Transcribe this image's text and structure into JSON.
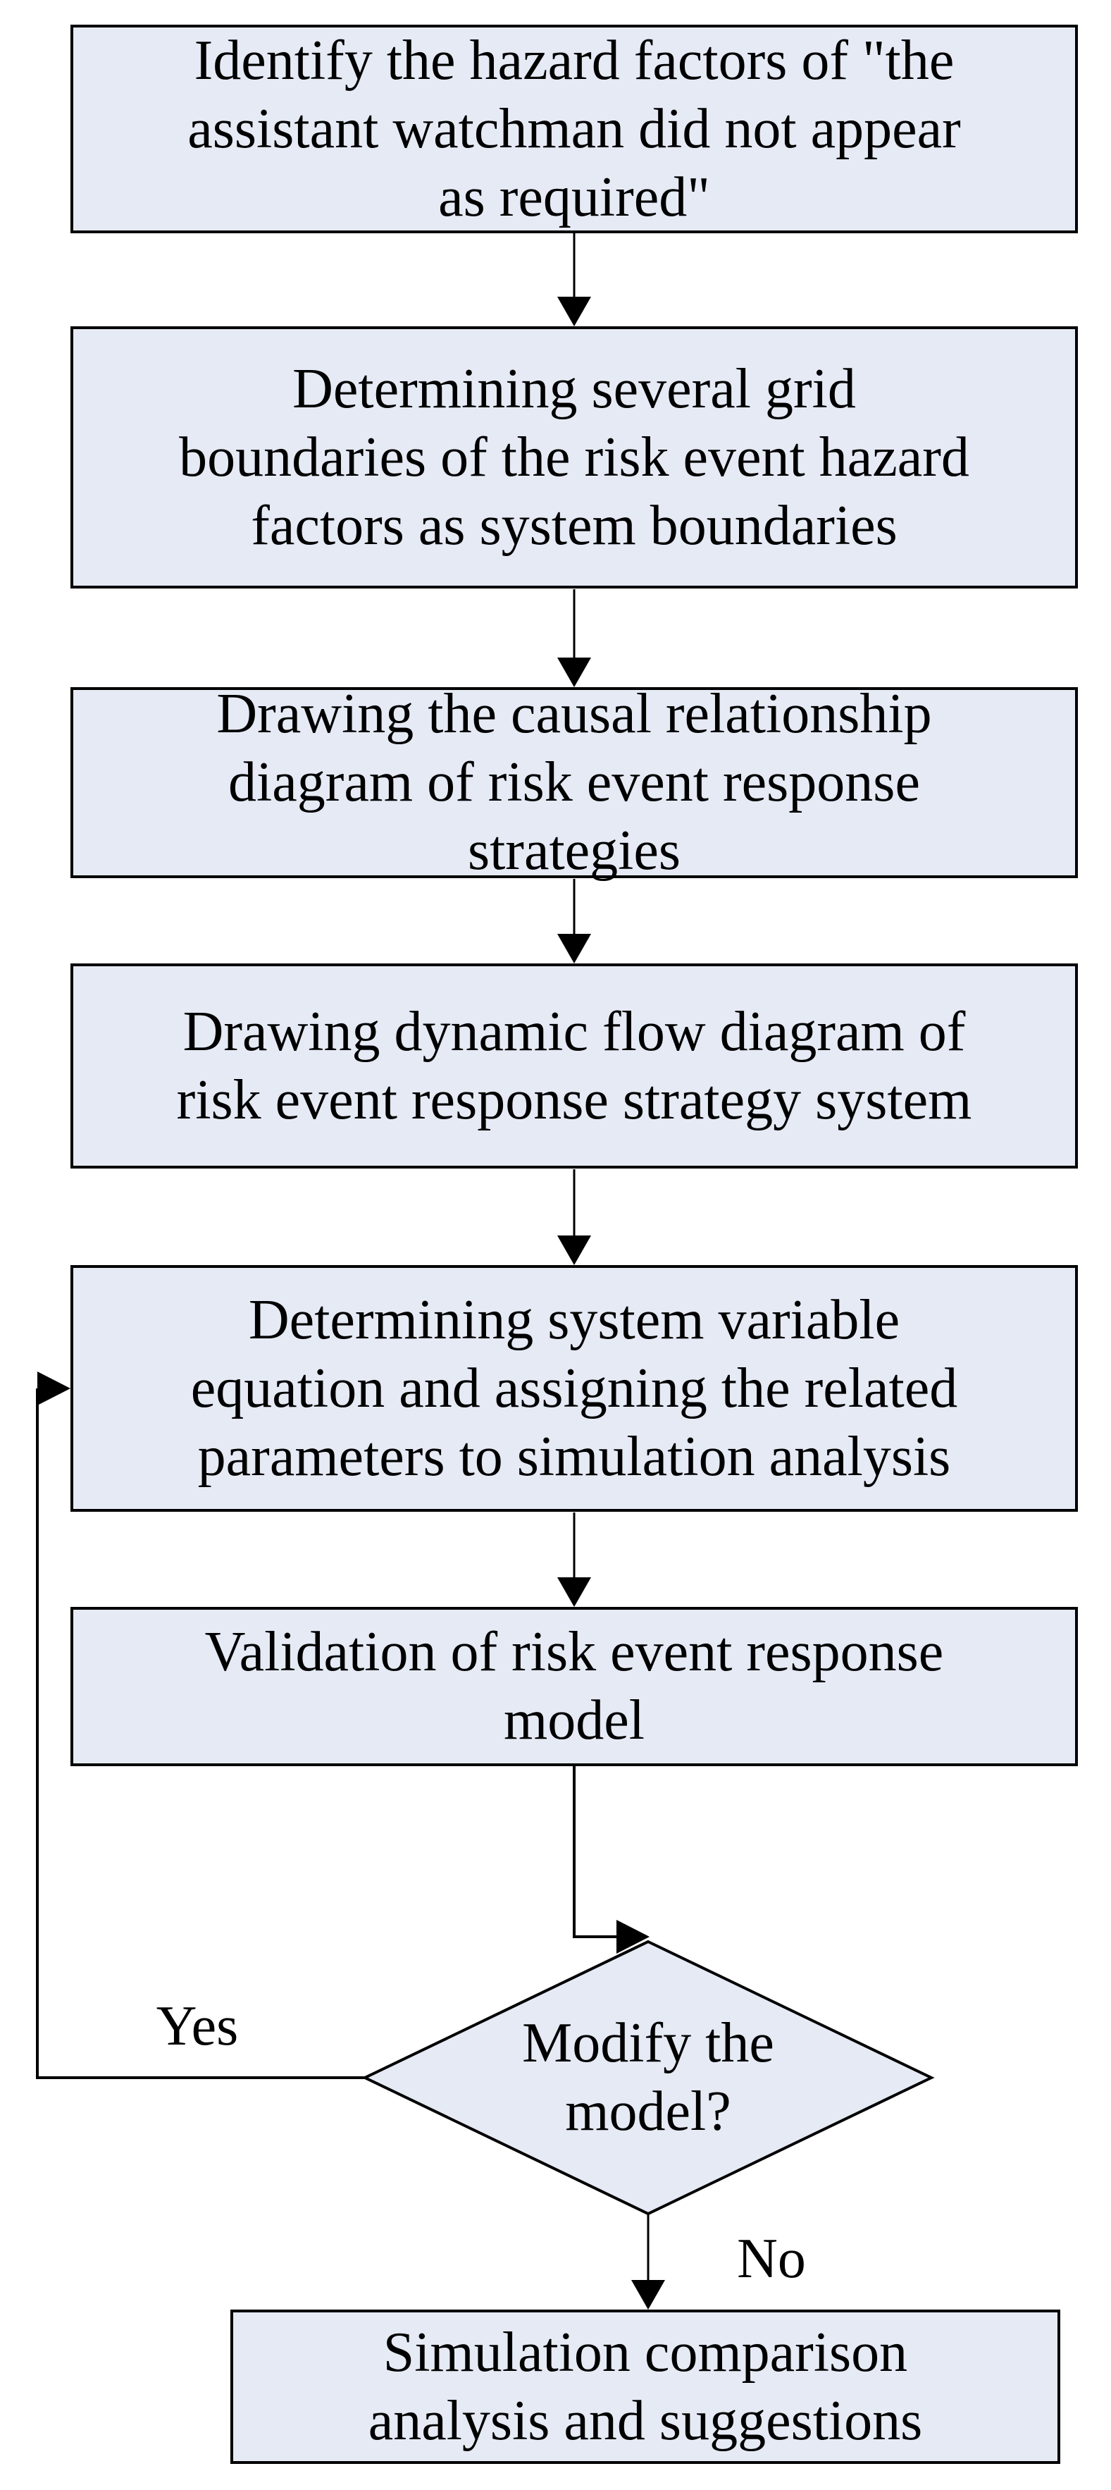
{
  "flowchart": {
    "colors": {
      "node_fill": "#E5EAF5",
      "node_border": "#000000",
      "connector": "#000000",
      "text": "#000000",
      "background": "#FFFFFF"
    },
    "steps": [
      {
        "id": "identify-hazard-factors",
        "lines": [
          "Identify the hazard factors of \"the",
          "assistant watchman did not appear",
          "as required\""
        ]
      },
      {
        "id": "determine-grid-boundaries",
        "lines": [
          "Determining several grid",
          "boundaries of the risk event hazard",
          "factors as system boundaries"
        ]
      },
      {
        "id": "draw-causal-relationship-diagram",
        "lines": [
          "Drawing the causal relationship",
          "diagram of risk event response",
          "strategies"
        ]
      },
      {
        "id": "draw-dynamic-flow-diagram",
        "lines": [
          "Drawing dynamic flow diagram of",
          "risk event response strategy system"
        ]
      },
      {
        "id": "determine-system-variable-equation",
        "lines": [
          "Determining system variable",
          "equation and assigning the related",
          "parameters to simulation analysis"
        ]
      },
      {
        "id": "validate-response-model",
        "lines": [
          "Validation of risk event response",
          "model"
        ]
      }
    ],
    "decision": {
      "id": "modify-the-model",
      "lines": [
        "Modify the",
        "model?"
      ]
    },
    "final_step": {
      "id": "simulation-comparison",
      "lines": [
        "Simulation comparison",
        "analysis and suggestions"
      ]
    },
    "edge_labels": {
      "yes": "Yes",
      "no": "No"
    }
  }
}
